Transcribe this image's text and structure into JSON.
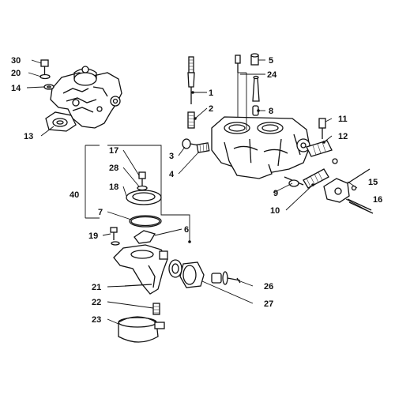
{
  "callouts": [
    {
      "id": "c1",
      "text": "1"
    },
    {
      "id": "c2",
      "text": "2"
    },
    {
      "id": "c3",
      "text": "3"
    },
    {
      "id": "c4",
      "text": "4"
    },
    {
      "id": "c5",
      "text": "5"
    },
    {
      "id": "c6",
      "text": "6"
    },
    {
      "id": "c7",
      "text": "7"
    },
    {
      "id": "c8",
      "text": "8"
    },
    {
      "id": "c9",
      "text": "9"
    },
    {
      "id": "c10",
      "text": "10"
    },
    {
      "id": "c11",
      "text": "11"
    },
    {
      "id": "c12",
      "text": "12"
    },
    {
      "id": "c13",
      "text": "13"
    },
    {
      "id": "c14",
      "text": "14"
    },
    {
      "id": "c15",
      "text": "15"
    },
    {
      "id": "c16",
      "text": "16"
    },
    {
      "id": "c17",
      "text": "17"
    },
    {
      "id": "c18",
      "text": "18"
    },
    {
      "id": "c19",
      "text": "19"
    },
    {
      "id": "c20",
      "text": "20"
    },
    {
      "id": "c21",
      "text": "21"
    },
    {
      "id": "c22",
      "text": "22"
    },
    {
      "id": "c23",
      "text": "23"
    },
    {
      "id": "c24",
      "text": "24"
    },
    {
      "id": "c26",
      "text": "26"
    },
    {
      "id": "c27",
      "text": "27"
    },
    {
      "id": "c28",
      "text": "28"
    },
    {
      "id": "c30",
      "text": "30"
    },
    {
      "id": "c40",
      "text": "40"
    }
  ]
}
